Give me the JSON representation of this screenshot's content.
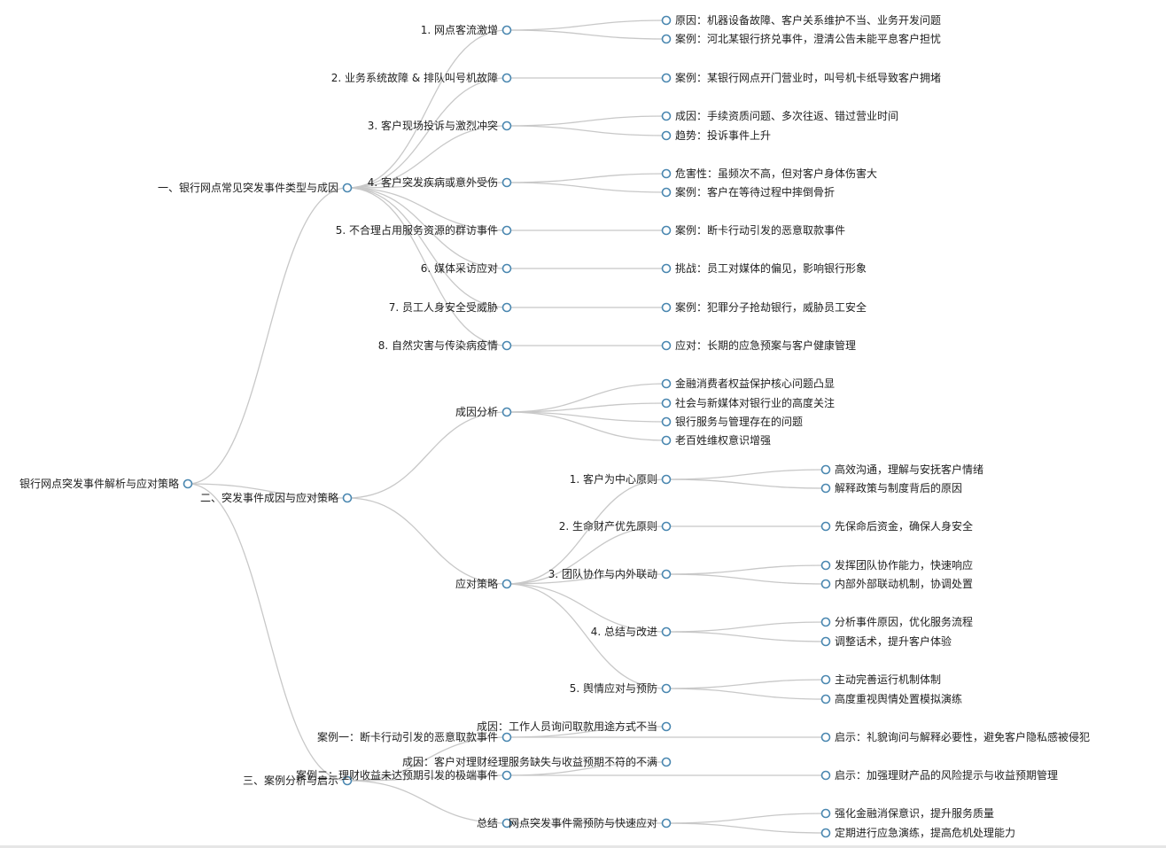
{
  "mindmap": {
    "root": {
      "label": "银行网点突发事件解析与应对策略",
      "children": [
        {
          "label": "一、银行网点常见突发事件类型与成因",
          "children": [
            {
              "label": "1. 网点客流激增",
              "children": [
                {
                  "label": "原因：机器设备故障、客户关系维护不当、业务开发问题"
                },
                {
                  "label": "案例：河北某银行挤兑事件，澄清公告未能平息客户担忧"
                }
              ]
            },
            {
              "label": "2. 业务系统故障 & 排队叫号机故障",
              "children": [
                {
                  "label": "案例：某银行网点开门营业时，叫号机卡纸导致客户拥堵"
                }
              ]
            },
            {
              "label": "3. 客户现场投诉与激烈冲突",
              "children": [
                {
                  "label": "成因：手续资质问题、多次往返、错过营业时间"
                },
                {
                  "label": "趋势：投诉事件上升"
                }
              ]
            },
            {
              "label": "4. 客户突发疾病或意外受伤",
              "children": [
                {
                  "label": "危害性：虽频次不高，但对客户身体伤害大"
                },
                {
                  "label": "案例：客户在等待过程中摔倒骨折"
                }
              ]
            },
            {
              "label": "5. 不合理占用服务资源的群访事件",
              "children": [
                {
                  "label": "案例：断卡行动引发的恶意取款事件"
                }
              ]
            },
            {
              "label": "6. 媒体采访应对",
              "children": [
                {
                  "label": "挑战：员工对媒体的偏见，影响银行形象"
                }
              ]
            },
            {
              "label": "7. 员工人身安全受威胁",
              "children": [
                {
                  "label": "案例：犯罪分子抢劫银行，威胁员工安全"
                }
              ]
            },
            {
              "label": "8. 自然灾害与传染病疫情",
              "children": [
                {
                  "label": "应对：长期的应急预案与客户健康管理"
                }
              ]
            }
          ]
        },
        {
          "label": "二、突发事件成因与应对策略",
          "children": [
            {
              "label": "成因分析",
              "children": [
                {
                  "label": "金融消费者权益保护核心问题凸显"
                },
                {
                  "label": "社会与新媒体对银行业的高度关注"
                },
                {
                  "label": "银行服务与管理存在的问题"
                },
                {
                  "label": "老百姓维权意识增强"
                }
              ]
            },
            {
              "label": "应对策略",
              "children": [
                {
                  "label": "1. 客户为中心原则",
                  "children": [
                    {
                      "label": "高效沟通，理解与安抚客户情绪"
                    },
                    {
                      "label": "解释政策与制度背后的原因"
                    }
                  ]
                },
                {
                  "label": "2. 生命财产优先原则",
                  "children": [
                    {
                      "label": "先保命后资金，确保人身安全"
                    }
                  ]
                },
                {
                  "label": "3. 团队协作与内外联动",
                  "children": [
                    {
                      "label": "发挥团队协作能力，快速响应"
                    },
                    {
                      "label": "内部外部联动机制，协调处置"
                    }
                  ]
                },
                {
                  "label": "4. 总结与改进",
                  "children": [
                    {
                      "label": "分析事件原因，优化服务流程"
                    },
                    {
                      "label": "调整话术，提升客户体验"
                    }
                  ]
                },
                {
                  "label": "5. 舆情应对与预防",
                  "children": [
                    {
                      "label": "主动完善运行机制体制"
                    },
                    {
                      "label": "高度重视舆情处置模拟演练"
                    }
                  ]
                }
              ]
            }
          ]
        },
        {
          "label": "三、案例分析与启示",
          "children": [
            {
              "label": "案例一：断卡行动引发的恶意取款事件",
              "children": [
                {
                  "label": "成因：工作人员询问取款用途方式不当"
                },
                {
                  "label": "启示：礼貌询问与解释必要性，避免客户隐私感被侵犯"
                }
              ]
            },
            {
              "label": "案例二：理财收益未达预期引发的极端事件",
              "children": [
                {
                  "label": "成因：客户对理财经理服务缺失与收益预期不符的不满"
                },
                {
                  "label": "启示：加强理财产品的风险提示与收益预期管理"
                }
              ]
            },
            {
              "label": "总结",
              "children": [
                {
                  "label": "网点突发事件需预防与快速应对",
                  "children": [
                    {
                      "label": "强化金融消保意识，提升服务质量"
                    },
                    {
                      "label": "定期进行应急演练，提高危机处理能力"
                    }
                  ]
                }
              ]
            }
          ]
        }
      ]
    }
  }
}
